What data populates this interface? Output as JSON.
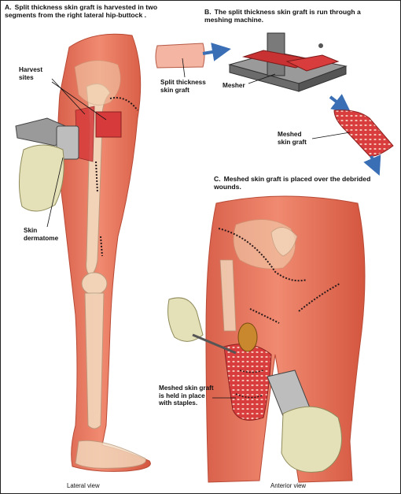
{
  "panel_a": {
    "letter": "A.",
    "caption": "Split thickness skin graft is harvested in two segments from the right lateral hip-buttock .",
    "labels": {
      "harvest_sites": "Harvest sites",
      "skin_dermatome": "Skin dermatome"
    },
    "view_label": "Lateral view"
  },
  "panel_b": {
    "letter": "B.",
    "caption": "The split thickness skin graft is run through a meshing machine.",
    "labels": {
      "split_graft": "Split thickness skin graft",
      "mesher": "Mesher",
      "meshed_graft": "Meshed skin graft"
    }
  },
  "panel_c": {
    "letter": "C.",
    "caption": "Meshed skin graft is placed over the debrided wounds.",
    "labels": {
      "meshed_staples": "Meshed skin graft is held in place with staples."
    },
    "view_label": "Anterior view"
  },
  "colors": {
    "skin": "#e8735c",
    "skin_light": "#f2a58f",
    "bone": "#f3dcc0",
    "graft": "#d63a3a",
    "glove": "#e4e1b8",
    "arrow": "#3a6fb5",
    "machine": "#6b6b6b"
  }
}
